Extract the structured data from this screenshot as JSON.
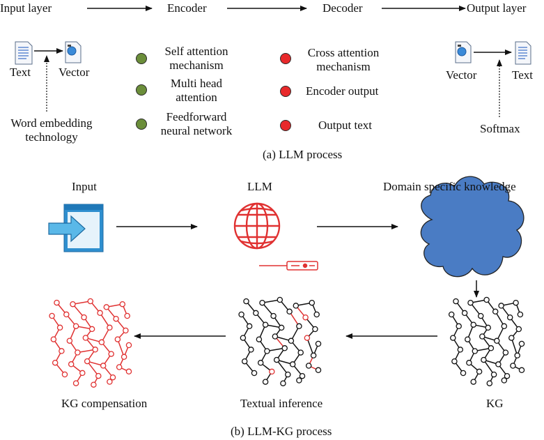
{
  "part_a": {
    "stages": [
      "Input layer",
      "Encoder",
      "Decoder",
      "Output layer"
    ],
    "input": {
      "text_label": "Text",
      "vector_label": "Vector",
      "embedding_label": "Word embedding technology"
    },
    "encoder_items": [
      "Self attention mechanism",
      "Multi head attention",
      "Feedforward neural network"
    ],
    "decoder_items": [
      "Cross attention mechanism",
      "Encoder output",
      "Output text"
    ],
    "output": {
      "vector_label": "Vector",
      "text_label": "Text",
      "softmax_label": "Softmax"
    },
    "caption": "(a) LLM process",
    "colors": {
      "encoder_dot": "#6b8e3a",
      "decoder_dot": "#e8292b"
    }
  },
  "part_b": {
    "labels": {
      "input": "Input",
      "llm": "LLM",
      "domain": "Domain specific knowledge",
      "kg": "KG",
      "textual_inference": "Textual inference",
      "kg_compensation": "KG compensation"
    },
    "caption": "(b) LLM-KG process",
    "colors": {
      "cloud": "#4a7cc4",
      "globe": "#e03131",
      "graph_black": "#111111",
      "graph_red": "#e03131",
      "input_icon": "#3aa0d8"
    }
  }
}
